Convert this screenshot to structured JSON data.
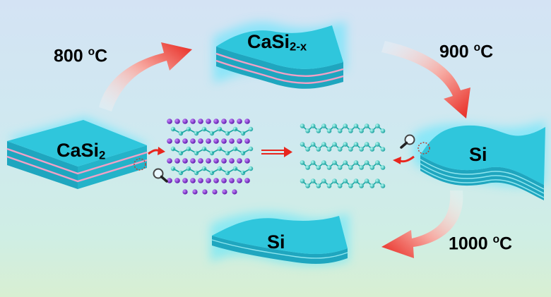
{
  "labels": {
    "casi2": {
      "base": "CaSi",
      "sub": "2"
    },
    "casi2x": {
      "base": "CaSi",
      "sub": "2-x"
    },
    "si_right": "Si",
    "si_bottom": "Si"
  },
  "temperatures": [
    {
      "value": "800",
      "sup": "o",
      "unit": "C"
    },
    {
      "value": "900",
      "sup": "o",
      "unit": "C"
    },
    {
      "value": "1000",
      "sup": "o",
      "unit": "C"
    }
  ],
  "colors": {
    "slab_top": "#2fc6dc",
    "slab_side": "#1fa6bf",
    "layer_pink": "#f1a1c6",
    "arrow_red": "#e8261e",
    "calcium_atom": "#8a2bd8",
    "silicon_atom": "#33d0c8",
    "glow": "#47e4ff"
  },
  "icons": [
    "magnifier-icon",
    "magnifier-icon",
    "double-arrow-icon",
    "small-red-arrow-icon"
  ]
}
